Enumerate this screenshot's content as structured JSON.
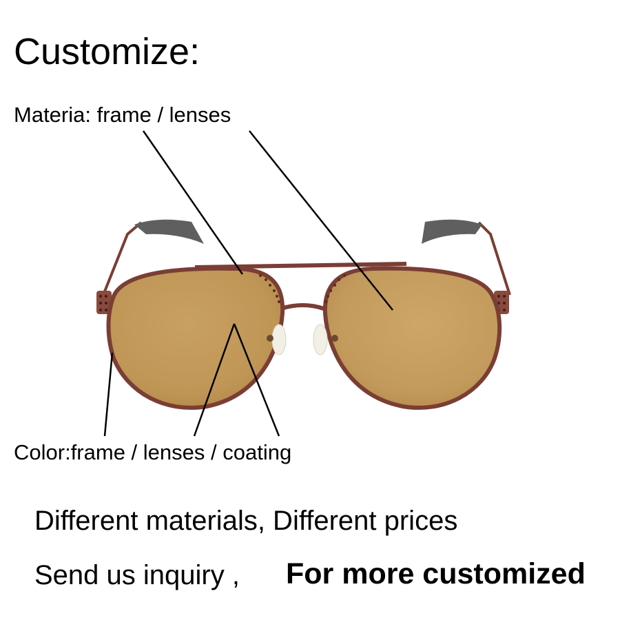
{
  "title": "Customize:",
  "material_label": "Materia: frame / lenses",
  "color_label": "Color:frame / lenses / coating",
  "tagline_1": "Different materials,  Different prices",
  "tagline_2a": "Send us inquiry ,",
  "tagline_2b": "For more customized",
  "colors": {
    "lens": "#c29a5c",
    "frame": "#7a3e34",
    "temple_tip": "#5f5f5f",
    "text": "#000000"
  },
  "image": {
    "subject": "aviator sunglasses",
    "icon": "sunglasses-icon"
  }
}
